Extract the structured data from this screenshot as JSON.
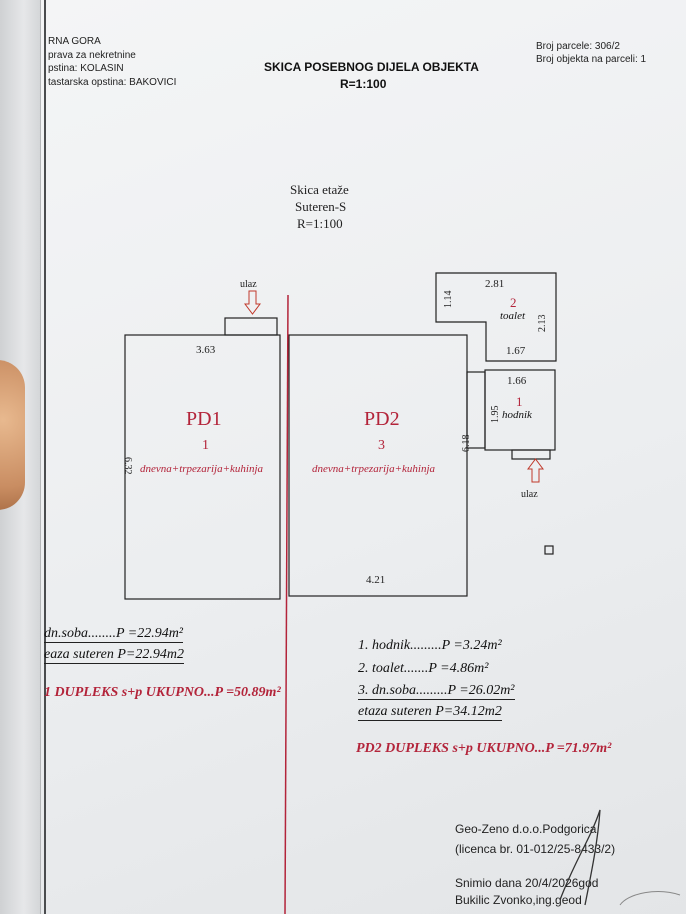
{
  "header": {
    "left_line1": "RNA GORA",
    "left_line2": "prava za nekretnine",
    "left_line3": "pstina: KOLASIN",
    "left_line4": "tastarska opstina: BAKOVICI",
    "title": "SKICA POSEBNOG DIJELA OBJEKTA",
    "scale": "R=1:100",
    "parcel_no": "Broj parcele: 306/2",
    "object_no": "Broj objekta na parceli: 1"
  },
  "sketch": {
    "title": "Skica etaže",
    "floor": "Suteren-S",
    "scale": "R=1:100"
  },
  "plan": {
    "pd1_label": "PD1",
    "pd1_room_no": "1",
    "pd1_room_name": "dnevna+trpezarija+kuhinja",
    "pd1_dim_top": "3.63",
    "pd1_dim_left": "6.32",
    "pd1_entry": "ulaz",
    "pd2_label": "PD2",
    "pd2_room_no": "3",
    "pd2_room_name": "dnevna+trpezarija+kuhinja",
    "pd2_dim_bottom": "4.21",
    "pd2_dim_right": "6.18",
    "toalet_no": "2",
    "toalet_name": "toalet",
    "toalet_dim_top": "2.81",
    "toalet_dim_left": "1.14",
    "toalet_dim_right": "2.13",
    "toalet_dim_bottom": "1.67",
    "hodnik_no": "1",
    "hodnik_name": "hodnik",
    "hodnik_dim_top": "1.66",
    "hodnik_dim_left": "1.95",
    "pd2_entry": "ulaz"
  },
  "areas_pd1": {
    "line1": "dn.soba........P =22.94m²",
    "line2": "eaza suteren P=22.94m2",
    "total": "1 DUPLEKS s+p  UKUPNO...P =50.89m²"
  },
  "areas_pd2": {
    "line1": "1. hodnik.........P =3.24m²",
    "line2": "2. toalet.......P =4.86m²",
    "line3": "3. dn.soba.........P =26.02m²",
    "line4": "etaza suteren P=34.12m2",
    "total": "PD2 DUPLEKS s+p  UKUPNO...P =71.97m²"
  },
  "footer": {
    "company": "Geo-Zeno d.o.o.Podgorica",
    "license": "(licenca br. 01-012/25-8433/2)",
    "surveyed": "Snimio dana 20/4/2026god",
    "surveyor": "Bukilic Zvonko,ing.geod"
  },
  "colors": {
    "accent_red": "#b3243a",
    "ink": "#222222"
  }
}
